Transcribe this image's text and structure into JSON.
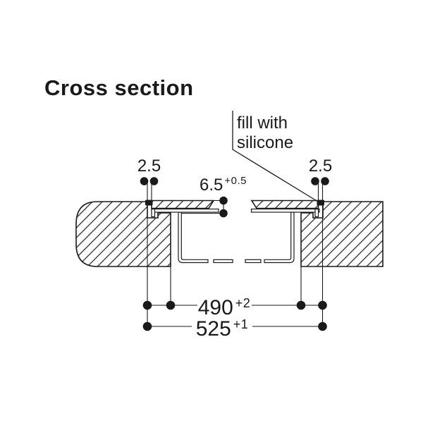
{
  "title": "Cross section",
  "annotation": {
    "line1": "fill with",
    "line2": "silicone"
  },
  "dimensions": {
    "gap_left": {
      "value": "2.5",
      "tolerance": ""
    },
    "gap_right": {
      "value": "2.5",
      "tolerance": ""
    },
    "glass_height": {
      "value": "6.5",
      "tolerance": "+0.5"
    },
    "cutout_width": {
      "value": "490",
      "tolerance": "+2"
    },
    "overall_width": {
      "value": "525",
      "tolerance": "+1"
    }
  },
  "colors": {
    "ink": "#1a1a1a",
    "bg": "#ffffff"
  }
}
